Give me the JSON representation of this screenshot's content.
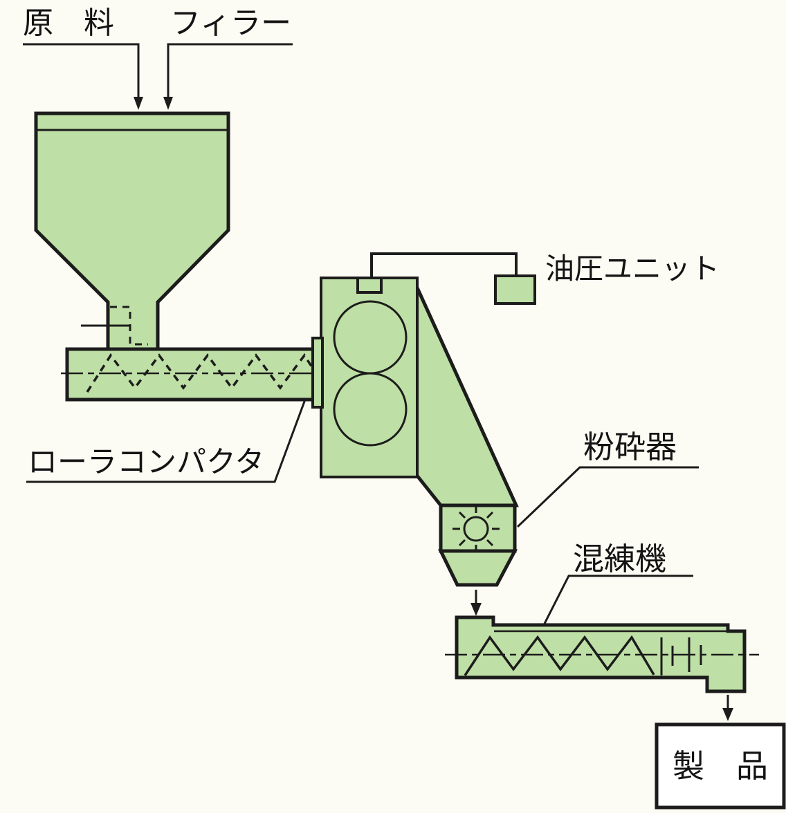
{
  "diagram": {
    "type": "process-flow",
    "labels": {
      "raw_material": "原　料",
      "filler": "フィラー",
      "hydraulic_unit": "油圧ユニット",
      "roller_compactor": "ローラコンパクタ",
      "crusher": "粉砕器",
      "kneader": "混練機",
      "product": "製　品"
    },
    "flow_order": [
      "raw_material",
      "filler",
      "roller_compactor",
      "crusher",
      "kneader",
      "product"
    ],
    "colors": {
      "machine_fill": "#bedfa5",
      "outline": "#1c1c1c",
      "background": "#fdfcf4",
      "text": "#141414"
    }
  }
}
